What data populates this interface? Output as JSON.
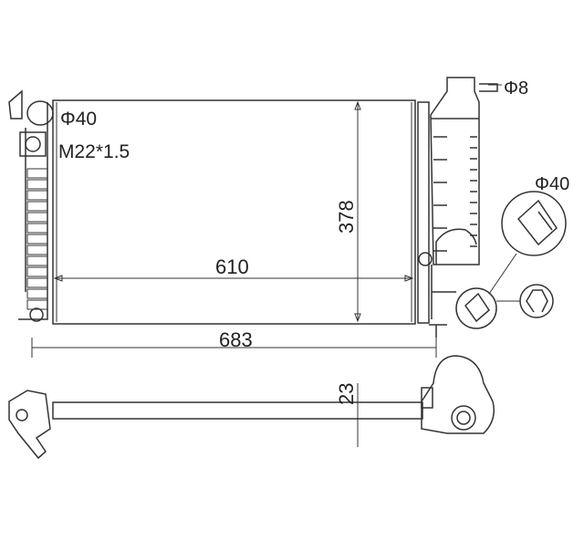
{
  "labels": {
    "inlet_diameter": "Φ40",
    "thread": "M22*1.5",
    "core_width": "610",
    "core_height": "378",
    "overall_width": "683",
    "core_thickness": "23",
    "vent_diameter": "Φ8",
    "outlet_diameter": "Φ40"
  }
}
